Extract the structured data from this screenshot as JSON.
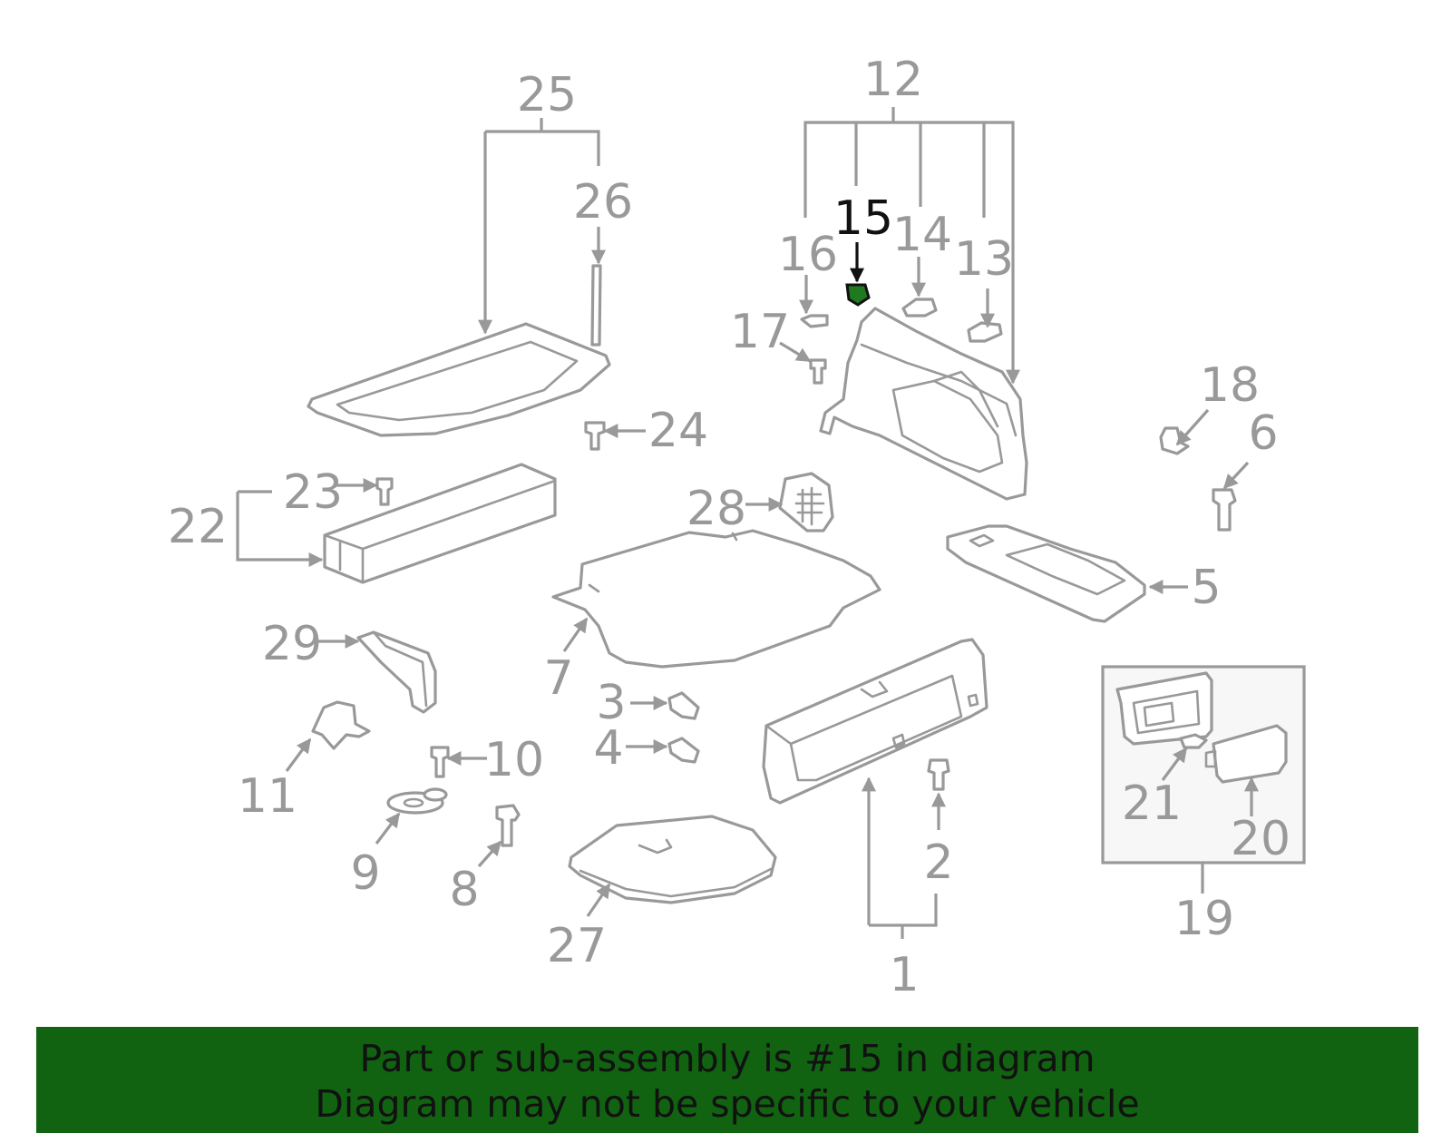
{
  "callouts": {
    "c1": "1",
    "c2": "2",
    "c3": "3",
    "c4": "4",
    "c5": "5",
    "c6": "6",
    "c7": "7",
    "c8": "8",
    "c9": "9",
    "c10": "10",
    "c11": "11",
    "c12": "12",
    "c13": "13",
    "c14": "14",
    "c15": "15",
    "c16": "16",
    "c17": "17",
    "c18": "18",
    "c19": "19",
    "c20": "20",
    "c21": "21",
    "c22": "22",
    "c23": "23",
    "c24": "24",
    "c25": "25",
    "c26": "26",
    "c27": "27",
    "c28": "28",
    "c29": "29"
  },
  "highlighted_part": "15",
  "colors": {
    "line": "#999999",
    "highlight_text": "#111111",
    "highlight_part": "#1f7a1f",
    "banner_bg": "#116311"
  },
  "banner": {
    "line1": "Part or sub-assembly is #15 in diagram",
    "line2": "Diagram may not be specific to your vehicle"
  }
}
